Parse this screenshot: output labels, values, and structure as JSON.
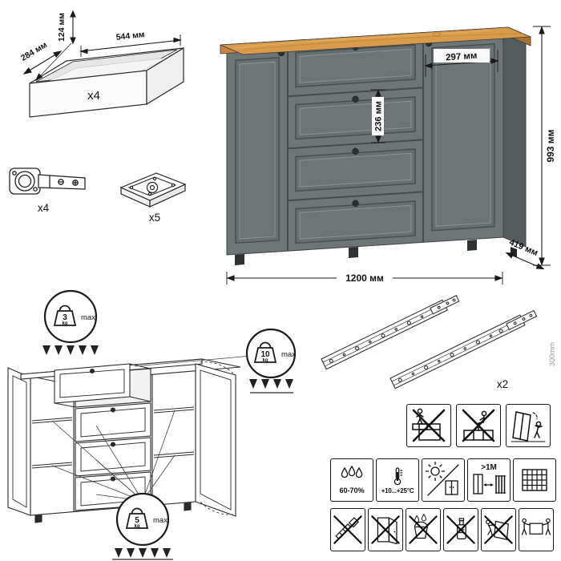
{
  "palette": {
    "cabinet_body": "#6e7577",
    "cabinet_side": "#565c5e",
    "wood_top": "#d79b4b",
    "wood_edge": "#c8873c",
    "outline": "#2b2b2b"
  },
  "drawer_kit": {
    "height": "124 мм",
    "width": "544 мм",
    "depth": "284 мм",
    "count": "x4"
  },
  "hinges": {
    "count": "x4"
  },
  "feet": {
    "count": "x5"
  },
  "cabinet_dims": {
    "door_width": "297 мм",
    "drawer_height": "236 мм",
    "height": "993 мм",
    "width": "1200 мм",
    "depth": "419 мм"
  },
  "load_limits": {
    "top": {
      "value": "3",
      "unit": "kg",
      "qualifier": "max"
    },
    "drawer": {
      "value": "10",
      "unit": "kg",
      "qualifier": "max"
    },
    "shelf": {
      "value": "5",
      "unit": "kg",
      "qualifier": "max"
    }
  },
  "slides": {
    "count": "x2",
    "length": "300mm"
  },
  "care": {
    "humidity": "60-70%",
    "temperature": "+10...+25°C",
    "heat_distance": ">1M"
  }
}
